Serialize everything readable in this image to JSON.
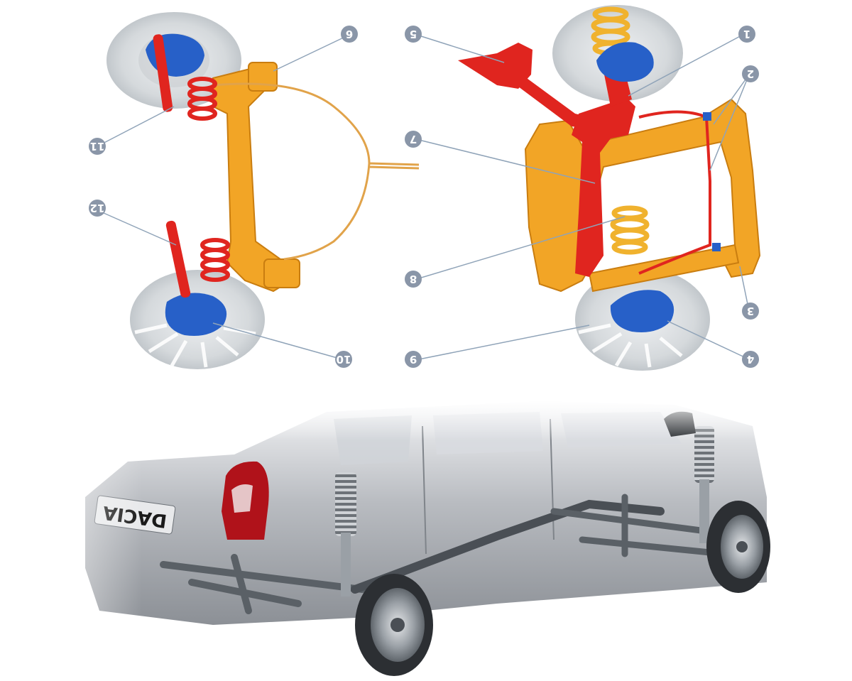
{
  "colors": {
    "subframe": "#f2a526",
    "subframe_shade": "#c97d10",
    "steering_red": "#e0251f",
    "hub_blue": "#2760c8",
    "spring_gold": "#f0b22e",
    "tire": "#d5d9dc",
    "callout_bg": "#8a96a8",
    "leader_line": "#8fa3b8"
  },
  "top_diagram": {
    "rear_callouts": [
      {
        "label": "6"
      },
      {
        "label": "11"
      },
      {
        "label": "12"
      },
      {
        "label": "10"
      }
    ],
    "front_callouts": [
      {
        "label": "5"
      },
      {
        "label": "1"
      },
      {
        "label": "2"
      },
      {
        "label": "7"
      },
      {
        "label": "8"
      },
      {
        "label": "3"
      },
      {
        "label": "9"
      },
      {
        "label": "4"
      }
    ]
  },
  "bottom_image": {
    "badge_text": "DACIA"
  }
}
